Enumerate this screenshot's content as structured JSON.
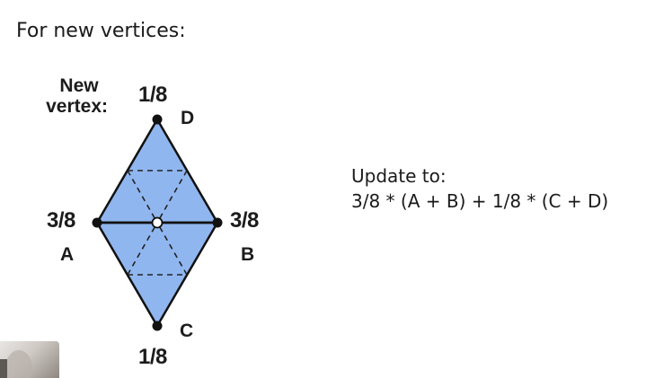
{
  "heading": "For new vertices:",
  "diagram": {
    "new_vertex_label_line1": "New",
    "new_vertex_label_line2": "vertex:",
    "weights": {
      "top": "1/8",
      "left": "3/8",
      "right": "3/8",
      "bottom": "1/8"
    },
    "vertex_names": {
      "top": "D",
      "left": "A",
      "right": "B",
      "bottom": "C"
    },
    "colors": {
      "fill": "#8fb6ef",
      "edge": "#111111",
      "dash": "#222222",
      "new_vertex_fill": "#ffffff"
    }
  },
  "note": {
    "line1": "Update to:",
    "line2": "3/8 * (A + B) + 1/8 * (C + D)"
  }
}
